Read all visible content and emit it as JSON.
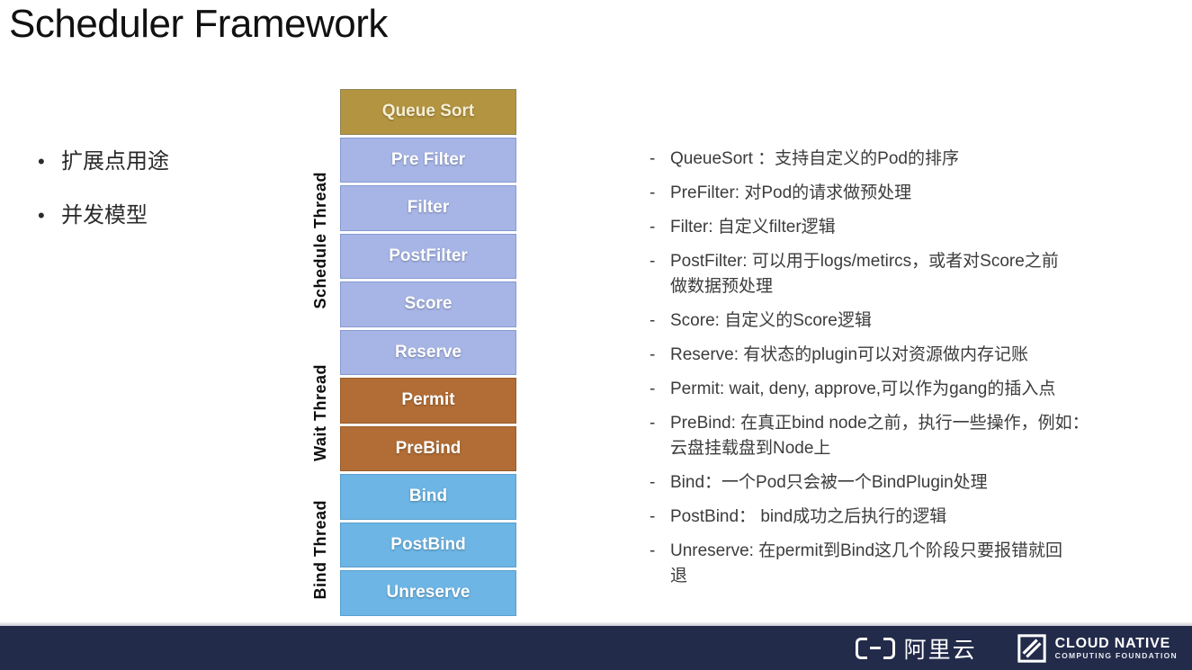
{
  "title": "Scheduler Framework",
  "left_bullets": [
    {
      "marker": "•",
      "text": "扩展点用途"
    },
    {
      "marker": "•",
      "text": "并发模型"
    }
  ],
  "pipeline": {
    "thread_labels": [
      "Schedule Thread",
      "Wait Thread",
      "Bind Thread"
    ],
    "stages": [
      {
        "label": "Queue Sort",
        "group": "queue-sort"
      },
      {
        "label": "Pre Filter",
        "group": "schedule-thread"
      },
      {
        "label": "Filter",
        "group": "schedule-thread"
      },
      {
        "label": "PostFilter",
        "group": "schedule-thread"
      },
      {
        "label": "Score",
        "group": "schedule-thread"
      },
      {
        "label": "Reserve",
        "group": "schedule-thread"
      },
      {
        "label": "Permit",
        "group": "wait-thread"
      },
      {
        "label": "PreBind",
        "group": "wait-thread"
      },
      {
        "label": "Bind",
        "group": "bind-thread"
      },
      {
        "label": "PostBind",
        "group": "bind-thread"
      },
      {
        "label": "Unreserve",
        "group": "bind-thread"
      }
    ],
    "colors": {
      "queue_sort_box": "#b39440",
      "schedule_box": "#a6b5e6",
      "wait_box": "#b16d35",
      "bind_box": "#6cb5e5"
    }
  },
  "descriptions": {
    "marker": "-",
    "items": [
      "QueueSort ：支持自定义的Pod的排序",
      "PreFilter: 对Pod的请求做预处理",
      "Filter: 自定义filter逻辑",
      "PostFilter: 可以用于logs/metircs，或者对Score之前\n做数据预处理",
      "Score: 自定义的Score逻辑",
      "Reserve: 有状态的plugin可以对资源做内存记账",
      "Permit: wait, deny, approve,可以作为gang的插入点",
      "PreBind: 在真正bind node之前，执行一些操作，例如：\n云盘挂载盘到Node上",
      "Bind：一个Pod只会被一个BindPlugin处理",
      "PostBind： bind成功之后执行的逻辑",
      "Unreserve: 在permit到Bind这几个阶段只要报错就回\n退"
    ]
  },
  "footer": {
    "background": "#232b4a",
    "alibaba_name": "阿里云",
    "cncf_line1": "CLOUD NATIVE",
    "cncf_line2": "COMPUTING FOUNDATION"
  }
}
